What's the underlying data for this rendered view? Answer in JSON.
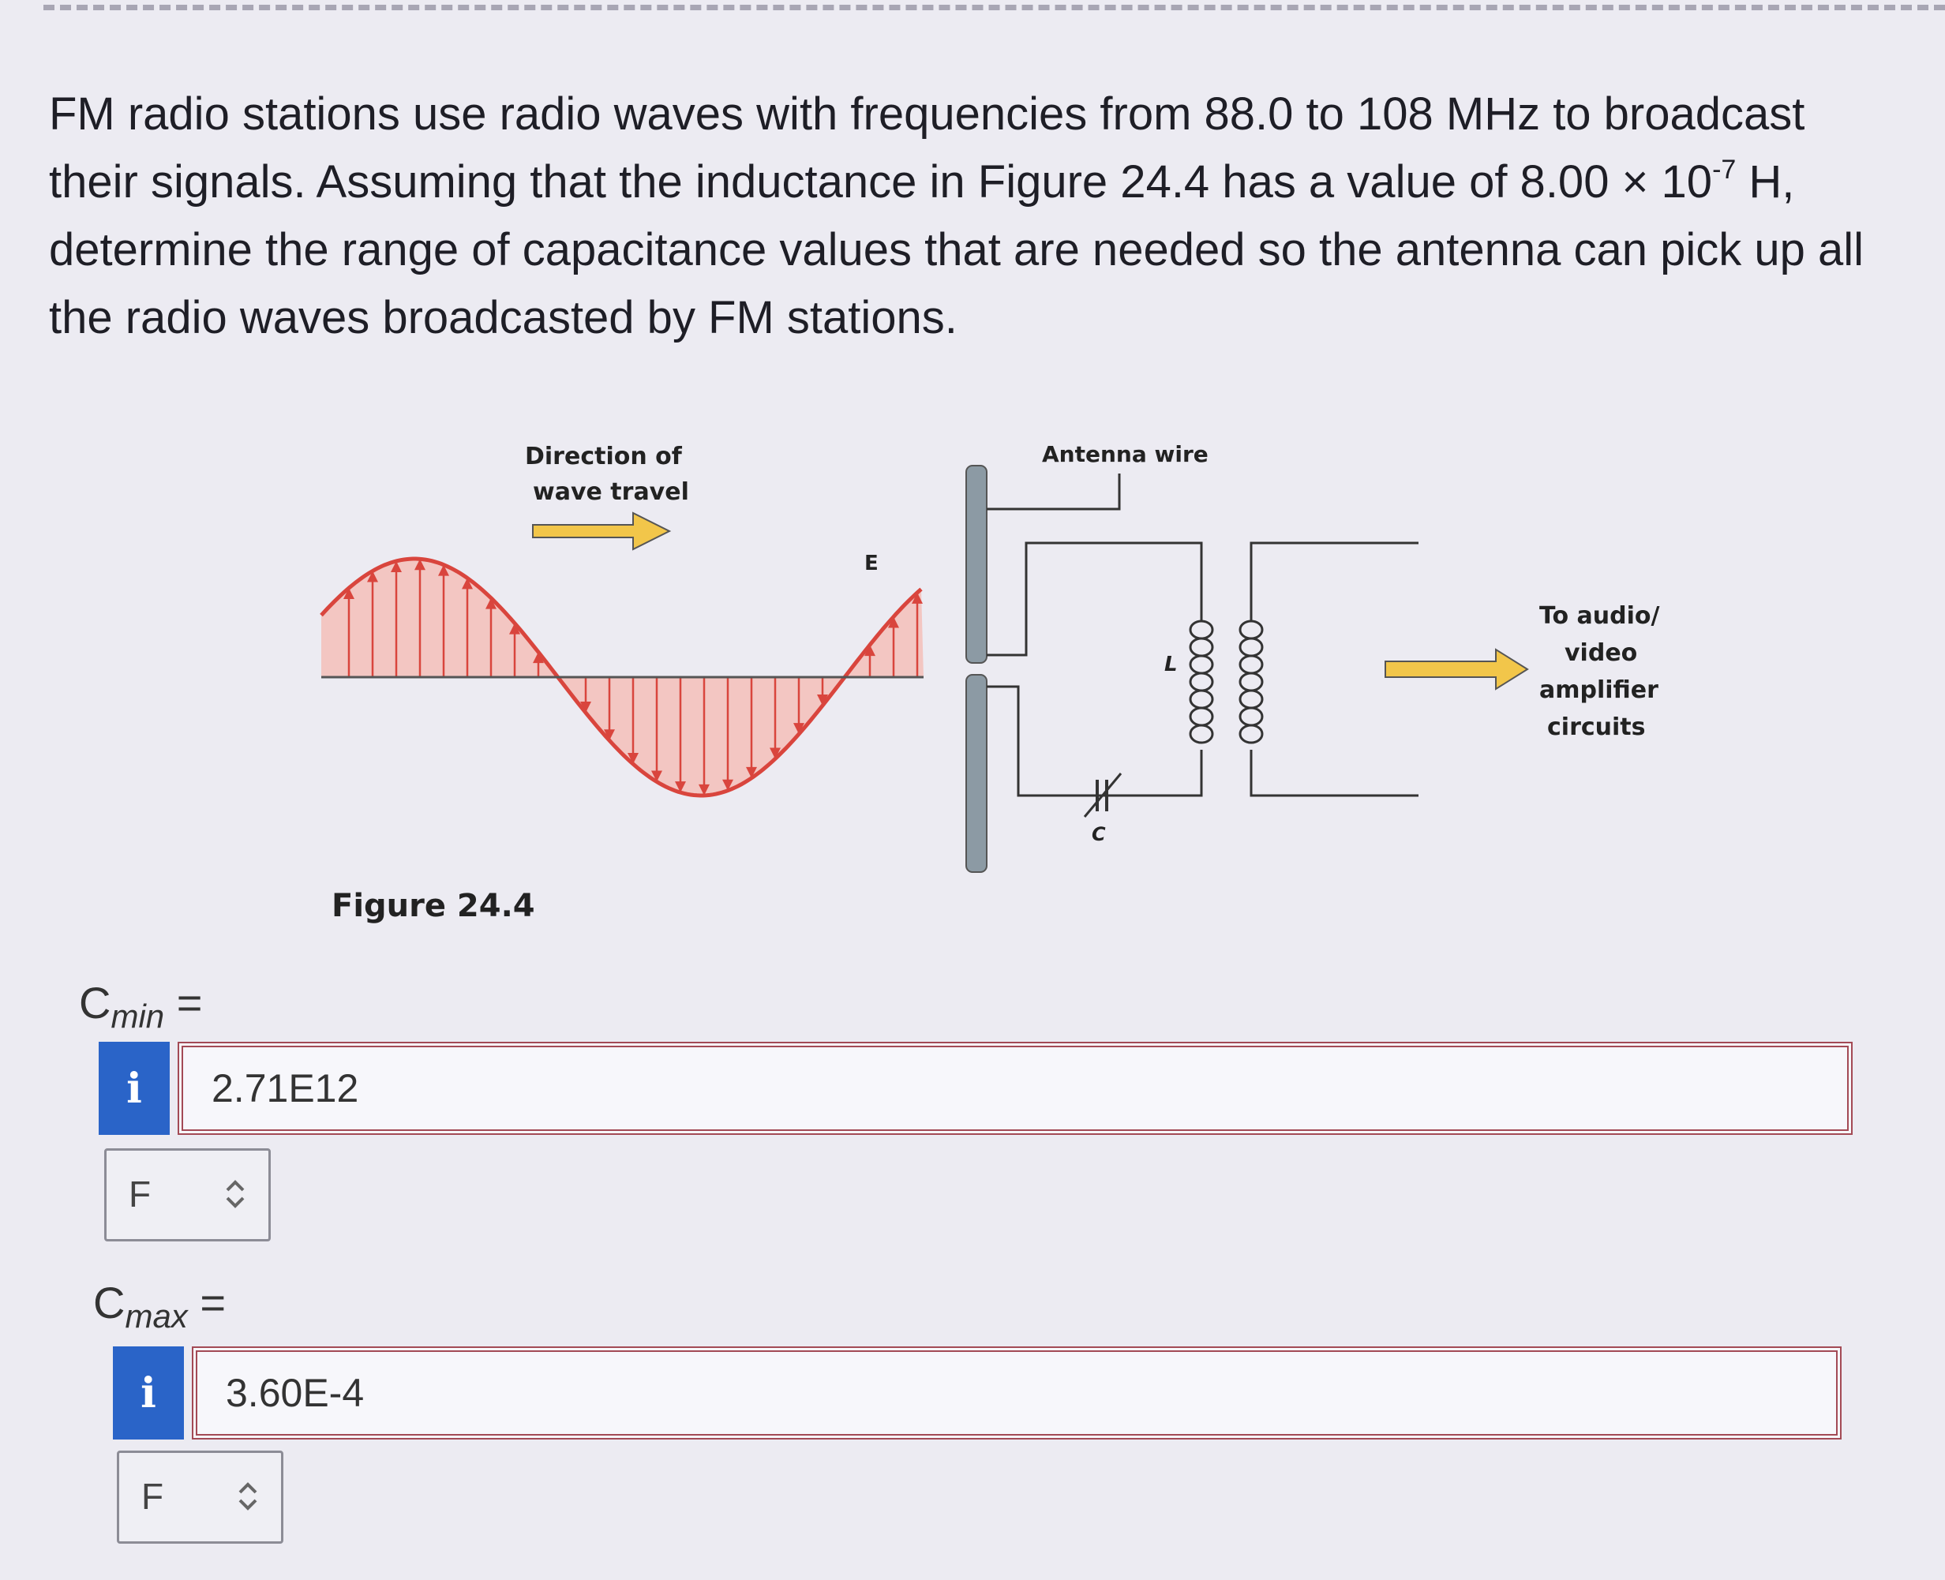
{
  "question": {
    "line1": "FM radio stations use radio waves with frequencies from 88.0 to 108 MHz to broadcast",
    "line2_a": "their signals. Assuming that the inductance in Figure 24.4 has a value of 8.00 × 10",
    "line2_exp": "-7",
    "line2_b": " H,",
    "line3": "determine the range of capacitance values that are needed so the antenna can pick up all",
    "line4": "the radio waves broadcasted by FM stations."
  },
  "figure": {
    "direction_label_1": "Direction of",
    "direction_label_2": "wave travel",
    "e_label": "E",
    "antenna_label": "Antenna wire",
    "l_label": "L",
    "c_label": "C",
    "output_label_1": "To audio/",
    "output_label_2": "video",
    "output_label_3": "amplifier",
    "output_label_4": "circuits",
    "caption": "Figure 24.4",
    "colors": {
      "wave_fill": "#f3c6c2",
      "wave_stroke": "#d9453d",
      "arrow_fill": "#f2c64a",
      "rod": "#8c9aa4"
    }
  },
  "answers": {
    "cmin": {
      "symbol": "C",
      "sub": "min",
      "eq": " =",
      "info_icon": "i",
      "value": "2.71E12",
      "unit": "F"
    },
    "cmax": {
      "symbol": "C",
      "sub": "max",
      "eq": " =",
      "info_icon": "i",
      "value": "3.60E-4",
      "unit": "F"
    }
  }
}
